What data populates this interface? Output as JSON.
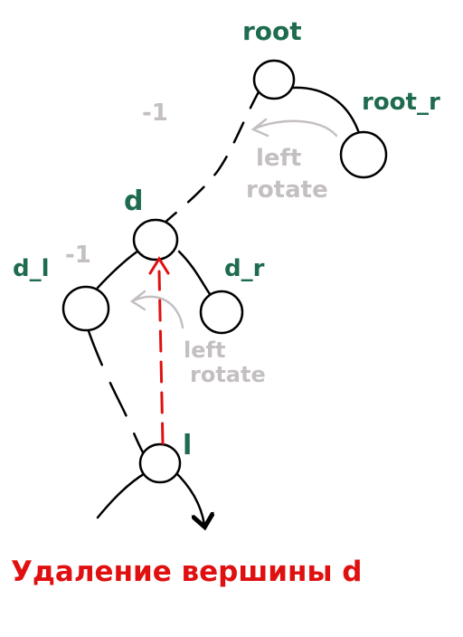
{
  "nodes": {
    "root": "root",
    "root_r": "root_r",
    "d": "d",
    "d_l": "d_l",
    "d_r": "d_r",
    "l": "l"
  },
  "annotations": {
    "balance_root": "-1",
    "balance_d": "-1",
    "rotate1_line1": "left",
    "rotate1_line2": "rotate",
    "rotate2_line1": "left",
    "rotate2_line2": "rotate"
  },
  "caption": "Удаление вершины d",
  "colors": {
    "node_label": "#1e6b4e",
    "annotation": "#c4bfc2",
    "highlight": "#e01010",
    "stroke": "#000000"
  }
}
